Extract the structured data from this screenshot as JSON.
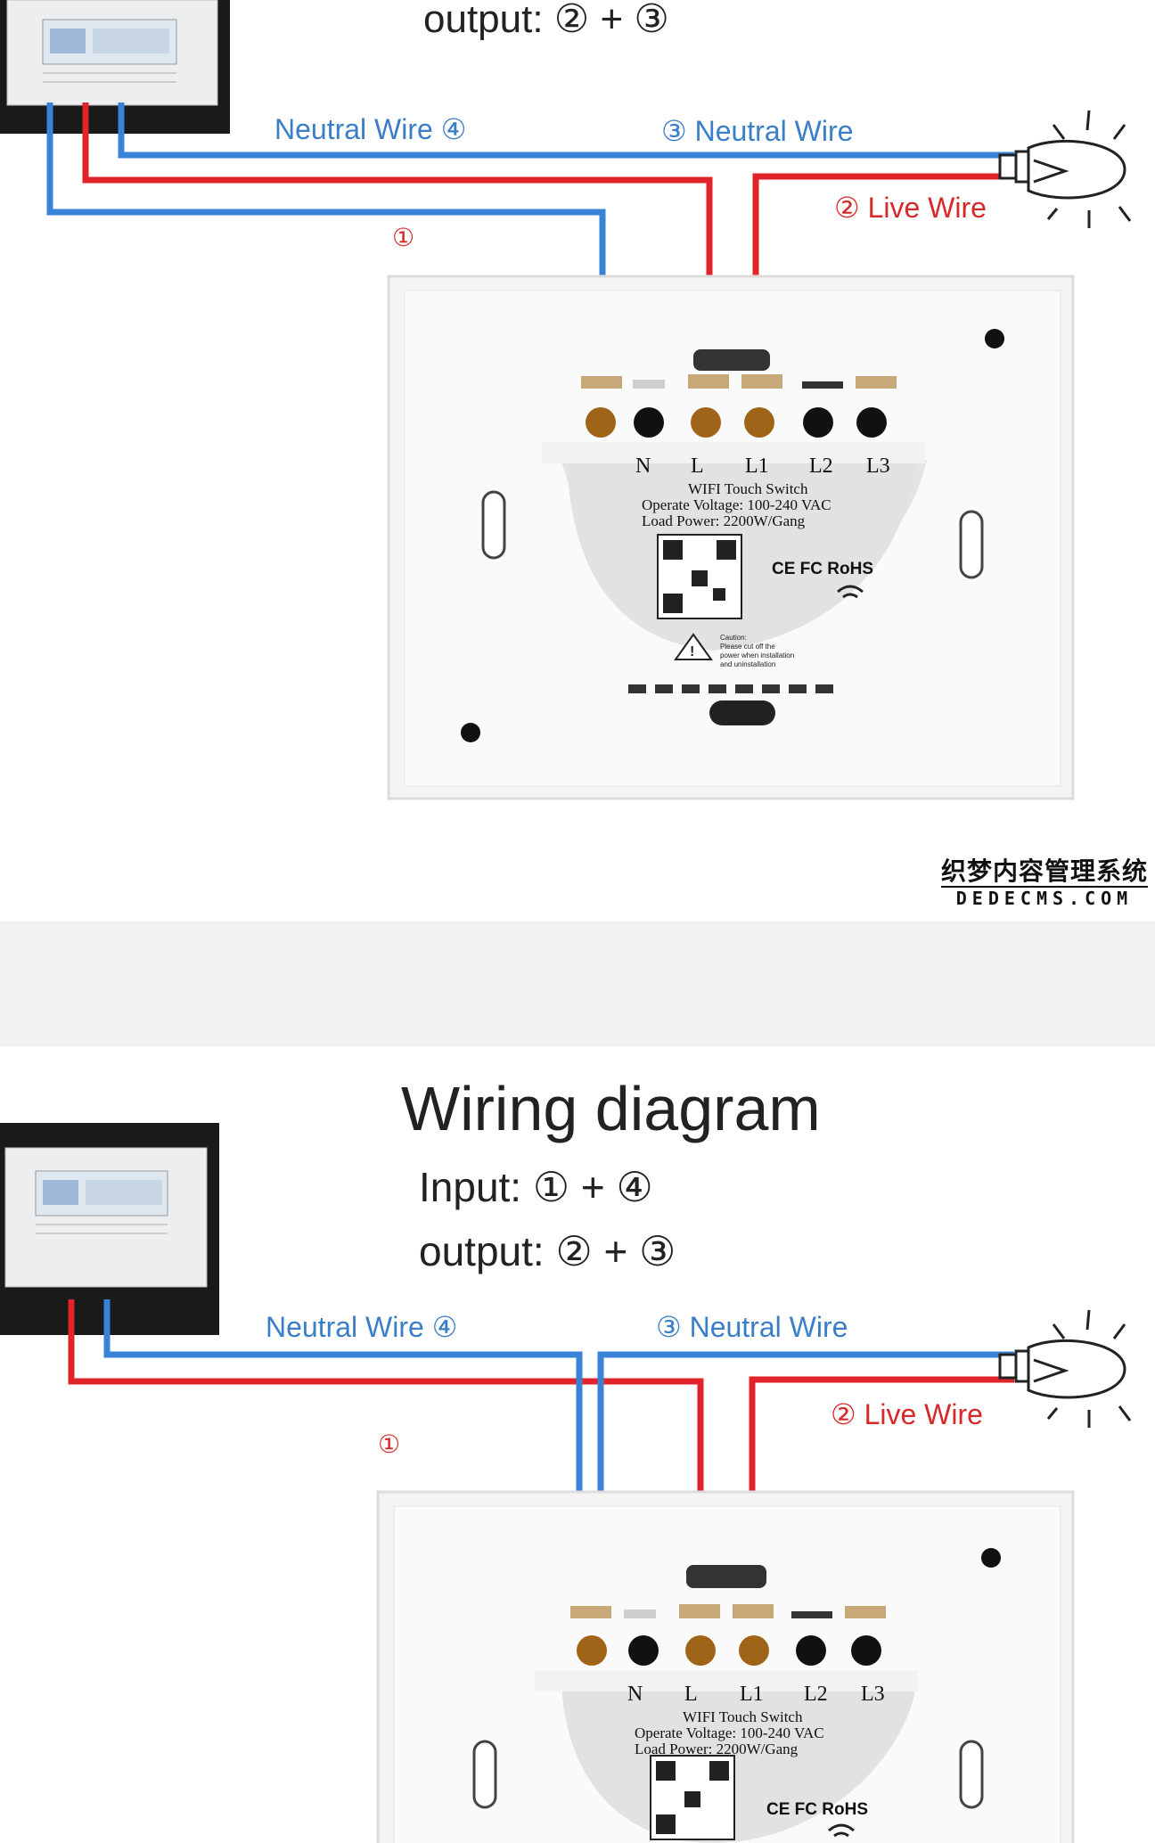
{
  "top": {
    "output": "output: ② + ③",
    "neutral_left": "Neutral Wire ④",
    "neutral_right": "③ Neutral Wire",
    "live": "② Live Wire",
    "marker": "①",
    "terminals": [
      "N",
      "L",
      "L1",
      "L2",
      "L3"
    ],
    "label_title": "WIFI Touch Switch",
    "label_voltage": "Operate Voltage: 100-240 VAC",
    "label_power": "Load Power: 2200W/Gang",
    "cert": "CE FC RoHS",
    "caution": [
      "Caution:",
      "Please cut off the",
      "power when installation",
      "and uninstallation"
    ]
  },
  "watermark": {
    "line1": "织梦内容管理系统",
    "line2": "DEDECMS.COM"
  },
  "bottom": {
    "title": "Wiring diagram",
    "input": "Input:   ① + ④",
    "output": "output: ② + ③",
    "neutral_left": "Neutral Wire ④",
    "neutral_right": "③ Neutral Wire",
    "live": "② Live Wire",
    "marker": "①",
    "terminals": [
      "N",
      "L",
      "L1",
      "L2",
      "L3"
    ],
    "label_title": "WIFI Touch Switch",
    "label_voltage": "Operate Voltage: 100-240 VAC",
    "label_power": "Load Power: 2200W/Gang",
    "cert": "CE FC RoHS"
  },
  "colors": {
    "neutral": "#3a82d6",
    "live": "#e0242a",
    "label_blue": "#3a7ec8",
    "label_red": "#d62a2a"
  }
}
